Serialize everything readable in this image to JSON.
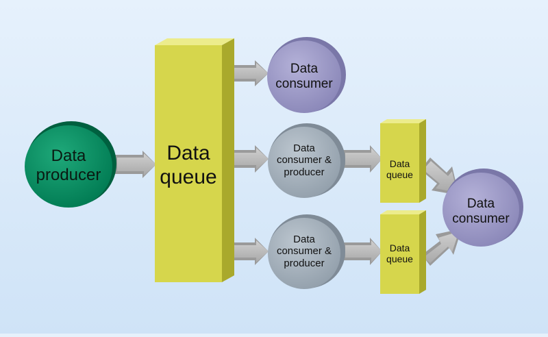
{
  "diagram": {
    "producer": {
      "line1": "Data",
      "line2": "producer",
      "color": "#009466"
    },
    "main_queue": {
      "line1": "Data",
      "line2": "queue",
      "color": "#d9d94c"
    },
    "consumer_top": {
      "line1": "Data",
      "line2": "consumer",
      "color": "#9d9ac6"
    },
    "consumer_producer_1": {
      "line1": "Data",
      "line2": "consumer &",
      "line3": "producer",
      "color": "#a7b3bf"
    },
    "consumer_producer_2": {
      "line1": "Data",
      "line2": "consumer &",
      "line3": "producer",
      "color": "#a7b3bf"
    },
    "small_queue_1": {
      "line1": "Data",
      "line2": "queue"
    },
    "small_queue_2": {
      "line1": "Data",
      "line2": "queue"
    },
    "consumer_final": {
      "line1": "Data",
      "line2": "consumer"
    },
    "arrow_color": "#bdbdbd"
  }
}
